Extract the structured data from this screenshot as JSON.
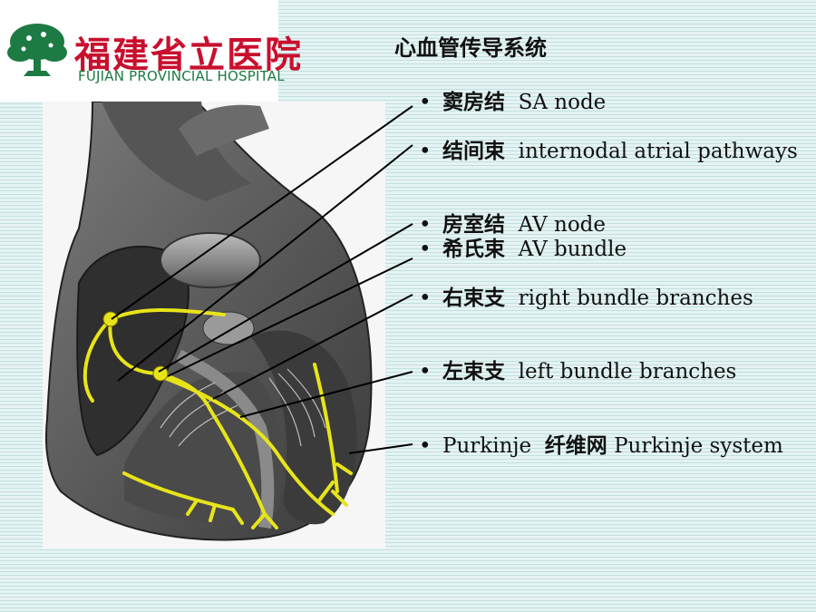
{
  "logo": {
    "cn": "福建省立医院",
    "en": "FUJIAN PROVINCIAL HOSPITAL",
    "icon": "tree-icon",
    "green": "#1d7a43",
    "red": "#c8102e"
  },
  "title": "心血管传导系统",
  "items": [
    {
      "cn": "窦房结",
      "en": "SA node"
    },
    {
      "cn": "结间束",
      "en": "internodal atrial pathways"
    },
    {
      "cn": "房室结",
      "en": "AV node"
    },
    {
      "cn": "希氏束",
      "en": "AV bundle"
    },
    {
      "cn": "右束支",
      "en": "right bundle branches"
    },
    {
      "cn": "左束支",
      "en": "left bundle branches"
    },
    {
      "cn": "纤维网 Purkinje system",
      "en_prefix": "Purkinje"
    }
  ],
  "bullet": "•",
  "colors": {
    "conduction": "#e8e41a",
    "leader": "#000000"
  }
}
